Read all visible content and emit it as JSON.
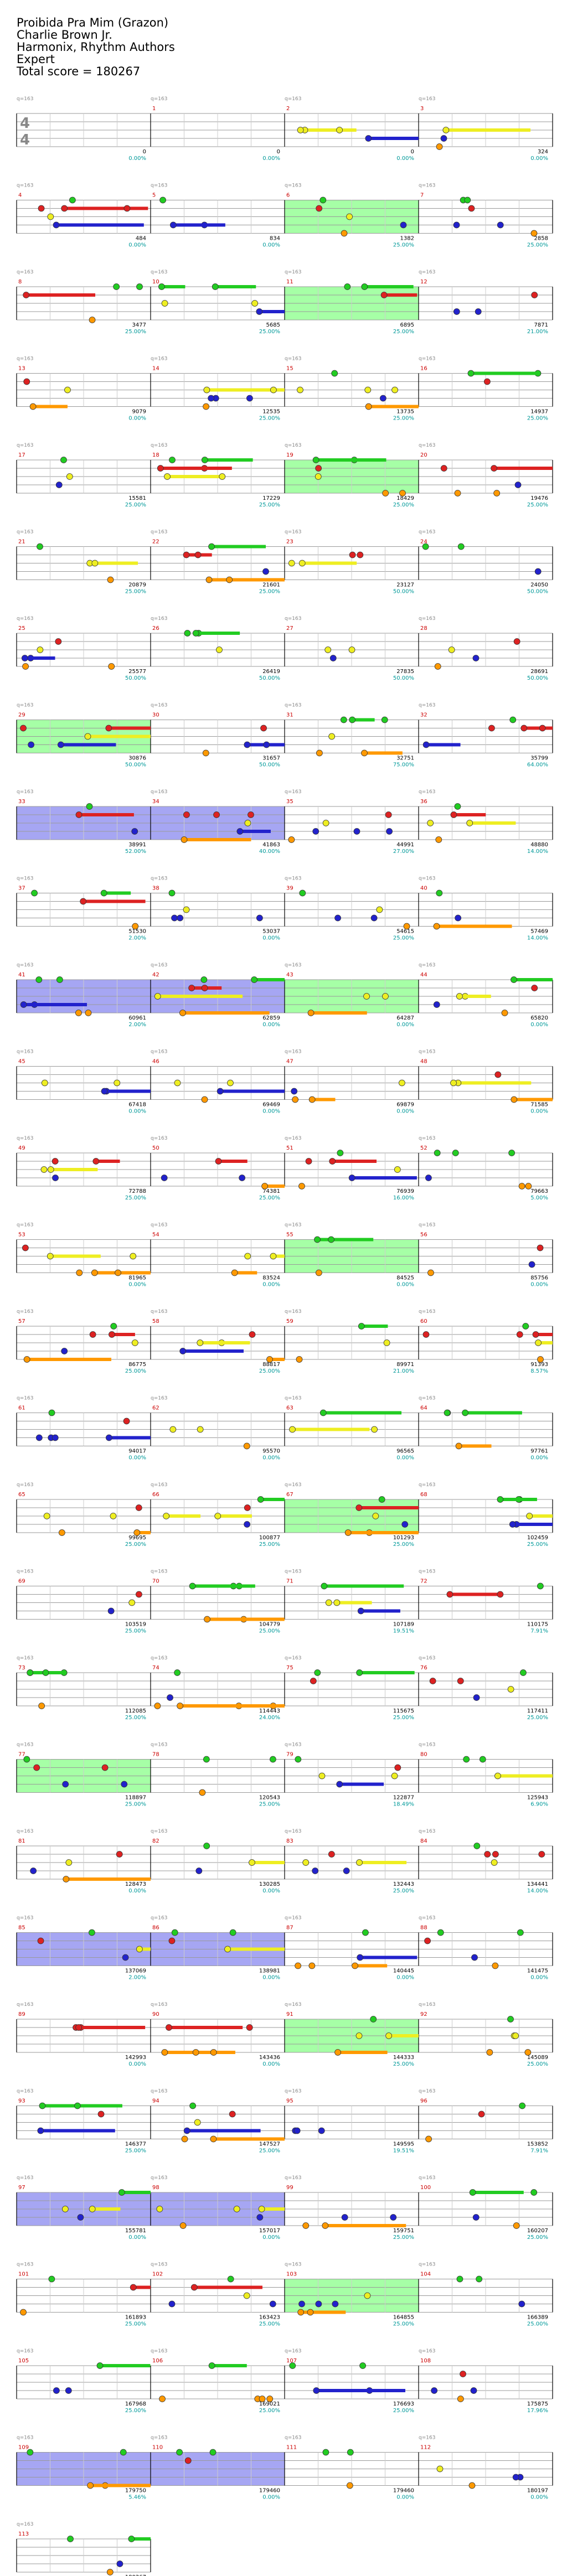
{
  "song": {
    "title": "Proibida Pra Mim (Grazon)",
    "artist": "Charlie Brown Jr.",
    "charter": "Harmonix, Rhythm Authors",
    "difficulty": "Expert",
    "total_score_label": "Total score = 180267"
  },
  "colors": {
    "green": "#22cc22",
    "red": "#dd2222",
    "yellow": "#eeee22",
    "blue": "#2222cc",
    "orange": "#ff9900",
    "star_power_overlay": "#00ff00",
    "overdrive_overlay": "#0000dd",
    "measure_number": "#cc0000",
    "score_text": "#000000",
    "percent_text": "#009999",
    "tempo_text": "#888888"
  },
  "time_signature": "4 4",
  "tempo_label": "q=163",
  "rows": [
    {
      "measures": [
        {
          "n": "",
          "score": "0",
          "pct": "0.00%"
        },
        {
          "n": "1",
          "score": "0",
          "pct": "0.00%"
        },
        {
          "n": "2",
          "score": "0",
          "pct": "0.00%"
        },
        {
          "n": "3",
          "score": "324",
          "pct": "0.00%"
        }
      ]
    },
    {
      "measures": [
        {
          "n": "4",
          "score": "484",
          "pct": "0.00%"
        },
        {
          "n": "5",
          "score": "834",
          "pct": "0.00%"
        },
        {
          "n": "6",
          "score": "1382",
          "pct": "25.00%"
        },
        {
          "n": "7",
          "score": "2858",
          "pct": "25.00%"
        }
      ]
    },
    {
      "measures": [
        {
          "n": "8",
          "score": "3477",
          "pct": "25.00%"
        },
        {
          "n": "10",
          "score": "5685",
          "pct": "25.00%"
        },
        {
          "n": "11",
          "score": "6895",
          "pct": "25.00%"
        },
        {
          "n": "12",
          "score": "7871",
          "pct": "21.00%"
        }
      ]
    },
    {
      "measures": [
        {
          "n": "13",
          "score": "9079",
          "pct": "0.00%"
        },
        {
          "n": "14",
          "score": "12535",
          "pct": "25.00%"
        },
        {
          "n": "15",
          "score": "13735",
          "pct": "25.00%"
        },
        {
          "n": "16",
          "score": "14937",
          "pct": "25.00%"
        }
      ]
    },
    {
      "measures": [
        {
          "n": "17",
          "score": "15581",
          "pct": "25.00%"
        },
        {
          "n": "18",
          "score": "17229",
          "pct": "25.00%"
        },
        {
          "n": "19",
          "score": "18429",
          "pct": "25.00%"
        },
        {
          "n": "20",
          "score": "19476",
          "pct": "25.00%"
        }
      ]
    },
    {
      "measures": [
        {
          "n": "21",
          "score": "20879",
          "pct": "25.00%"
        },
        {
          "n": "22",
          "score": "21601",
          "pct": "25.00%"
        },
        {
          "n": "23",
          "score": "23127",
          "pct": "50.00%"
        },
        {
          "n": "24",
          "score": "24050",
          "pct": "50.00%"
        }
      ]
    },
    {
      "measures": [
        {
          "n": "25",
          "score": "25577",
          "pct": "50.00%"
        },
        {
          "n": "26",
          "score": "26419",
          "pct": "50.00%"
        },
        {
          "n": "27",
          "score": "27835",
          "pct": "50.00%"
        },
        {
          "n": "28",
          "score": "28691",
          "pct": "50.00%"
        }
      ]
    },
    {
      "measures": [
        {
          "n": "29",
          "score": "30876",
          "pct": "50.00%"
        },
        {
          "n": "30",
          "score": "31657",
          "pct": "50.00%"
        },
        {
          "n": "31",
          "score": "32751",
          "pct": "75.00%"
        },
        {
          "n": "32",
          "score": "35799",
          "pct": "64.00%"
        }
      ]
    },
    {
      "measures": [
        {
          "n": "33",
          "score": "38991",
          "pct": "52.00%"
        },
        {
          "n": "34",
          "score": "41863",
          "pct": "40.00%"
        },
        {
          "n": "35",
          "score": "44991",
          "pct": "27.00%"
        },
        {
          "n": "36",
          "score": "48880",
          "pct": "14.00%"
        }
      ]
    },
    {
      "measures": [
        {
          "n": "37",
          "score": "51530",
          "pct": "2.00%"
        },
        {
          "n": "38",
          "score": "53037",
          "pct": "0.00%"
        },
        {
          "n": "39",
          "score": "54615",
          "pct": "25.00%"
        },
        {
          "n": "40",
          "score": "57469",
          "pct": "14.00%"
        }
      ]
    },
    {
      "measures": [
        {
          "n": "41",
          "score": "60961",
          "pct": "2.00%"
        },
        {
          "n": "42",
          "score": "62859",
          "pct": "0.00%"
        },
        {
          "n": "43",
          "score": "64287",
          "pct": "0.00%"
        },
        {
          "n": "44",
          "score": "65820",
          "pct": "0.00%"
        }
      ]
    },
    {
      "measures": [
        {
          "n": "45",
          "score": "67418",
          "pct": "0.00%"
        },
        {
          "n": "46",
          "score": "69469",
          "pct": "0.00%"
        },
        {
          "n": "47",
          "score": "69879",
          "pct": "0.00%"
        },
        {
          "n": "48",
          "score": "71585",
          "pct": "0.00%"
        }
      ]
    },
    {
      "measures": [
        {
          "n": "49",
          "score": "72788",
          "pct": "25.00%"
        },
        {
          "n": "50",
          "score": "74381",
          "pct": "25.00%"
        },
        {
          "n": "51",
          "score": "76939",
          "pct": "16.00%"
        },
        {
          "n": "52",
          "score": "79663",
          "pct": "5.00%"
        }
      ]
    },
    {
      "measures": [
        {
          "n": "53",
          "score": "81965",
          "pct": "0.00%"
        },
        {
          "n": "54",
          "score": "83524",
          "pct": "0.00%"
        },
        {
          "n": "55",
          "score": "84525",
          "pct": "0.00%"
        },
        {
          "n": "56",
          "score": "85756",
          "pct": "0.00%"
        }
      ]
    },
    {
      "measures": [
        {
          "n": "57",
          "score": "86775",
          "pct": "25.00%"
        },
        {
          "n": "58",
          "score": "88817",
          "pct": "25.00%"
        },
        {
          "n": "59",
          "score": "89971",
          "pct": "21.00%"
        },
        {
          "n": "60",
          "score": "91393",
          "pct": "8.57%"
        }
      ]
    },
    {
      "measures": [
        {
          "n": "61",
          "score": "94017",
          "pct": "0.00%"
        },
        {
          "n": "62",
          "score": "95570",
          "pct": "0.00%"
        },
        {
          "n": "63",
          "score": "96565",
          "pct": "0.00%"
        },
        {
          "n": "64",
          "score": "97761",
          "pct": "0.00%"
        }
      ]
    },
    {
      "measures": [
        {
          "n": "65",
          "score": "99695",
          "pct": "25.00%"
        },
        {
          "n": "66",
          "score": "100877",
          "pct": "25.00%"
        },
        {
          "n": "67",
          "score": "101293",
          "pct": "25.00%"
        },
        {
          "n": "68",
          "score": "102459",
          "pct": "25.00%"
        }
      ]
    },
    {
      "measures": [
        {
          "n": "69",
          "score": "103519",
          "pct": "25.00%"
        },
        {
          "n": "70",
          "score": "104779",
          "pct": "25.00%"
        },
        {
          "n": "71",
          "score": "107189",
          "pct": "19.51%"
        },
        {
          "n": "72",
          "score": "110175",
          "pct": "7.91%"
        }
      ]
    },
    {
      "measures": [
        {
          "n": "73",
          "score": "112085",
          "pct": "25.00%"
        },
        {
          "n": "74",
          "score": "114443",
          "pct": "24.00%"
        },
        {
          "n": "75",
          "score": "115675",
          "pct": "25.00%"
        },
        {
          "n": "76",
          "score": "117411",
          "pct": "25.00%"
        }
      ]
    },
    {
      "measures": [
        {
          "n": "77",
          "score": "118897",
          "pct": "25.00%"
        },
        {
          "n": "78",
          "score": "120543",
          "pct": "25.00%"
        },
        {
          "n": "79",
          "score": "122877",
          "pct": "18.49%"
        },
        {
          "n": "80",
          "score": "125943",
          "pct": "6.90%"
        }
      ]
    },
    {
      "measures": [
        {
          "n": "81",
          "score": "128473",
          "pct": "0.00%"
        },
        {
          "n": "82",
          "score": "130285",
          "pct": "0.00%"
        },
        {
          "n": "83",
          "score": "132443",
          "pct": "25.00%"
        },
        {
          "n": "84",
          "score": "134441",
          "pct": "14.00%"
        }
      ]
    },
    {
      "measures": [
        {
          "n": "85",
          "score": "137069",
          "pct": "2.00%"
        },
        {
          "n": "86",
          "score": "138981",
          "pct": "0.00%"
        },
        {
          "n": "87",
          "score": "140445",
          "pct": "0.00%"
        },
        {
          "n": "88",
          "score": "141475",
          "pct": "0.00%"
        }
      ]
    },
    {
      "measures": [
        {
          "n": "89",
          "score": "142993",
          "pct": "0.00%"
        },
        {
          "n": "90",
          "score": "143436",
          "pct": "0.00%"
        },
        {
          "n": "91",
          "score": "144333",
          "pct": "25.00%"
        },
        {
          "n": "92",
          "score": "145089",
          "pct": "25.00%"
        }
      ]
    },
    {
      "measures": [
        {
          "n": "93",
          "score": "146377",
          "pct": "25.00%"
        },
        {
          "n": "94",
          "score": "147527",
          "pct": "25.00%"
        },
        {
          "n": "95",
          "score": "149595",
          "pct": "19.51%"
        },
        {
          "n": "96",
          "score": "153852",
          "pct": "7.91%"
        }
      ]
    },
    {
      "measures": [
        {
          "n": "97",
          "score": "155781",
          "pct": "0.00%"
        },
        {
          "n": "98",
          "score": "157017",
          "pct": "0.00%"
        },
        {
          "n": "99",
          "score": "159751",
          "pct": "25.00%"
        },
        {
          "n": "100",
          "score": "160207",
          "pct": "25.00%"
        }
      ]
    },
    {
      "measures": [
        {
          "n": "101",
          "score": "161893",
          "pct": "25.00%"
        },
        {
          "n": "102",
          "score": "163423",
          "pct": "25.00%"
        },
        {
          "n": "103",
          "score": "164855",
          "pct": "25.00%"
        },
        {
          "n": "104",
          "score": "166389",
          "pct": "25.00%"
        }
      ]
    },
    {
      "measures": [
        {
          "n": "105",
          "score": "167968",
          "pct": "25.00%"
        },
        {
          "n": "106",
          "score": "169021",
          "pct": "25.00%"
        },
        {
          "n": "107",
          "score": "176693",
          "pct": "25.00%"
        },
        {
          "n": "108",
          "score": "175875",
          "pct": "17.96%"
        }
      ]
    },
    {
      "measures": [
        {
          "n": "109",
          "score": "179750",
          "pct": "5.46%"
        },
        {
          "n": "110",
          "score": "179460",
          "pct": "0.00%"
        },
        {
          "n": "111",
          "score": "179460",
          "pct": "0.00%"
        },
        {
          "n": "112",
          "score": "180197",
          "pct": "0.00%"
        }
      ]
    },
    {
      "measures": [
        {
          "n": "113",
          "score": "180267",
          "pct": "0.00%"
        }
      ]
    }
  ]
}
